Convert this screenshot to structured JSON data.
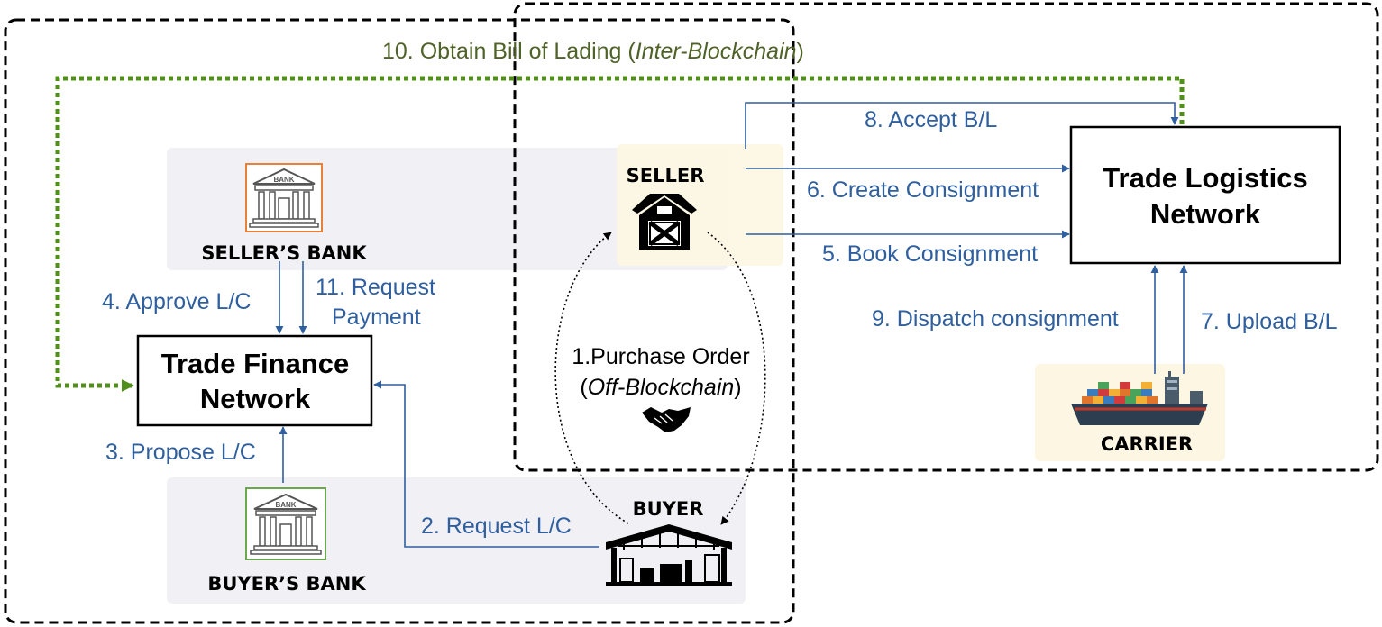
{
  "networks": {
    "finance": {
      "line1": "Trade Finance",
      "line2": "Network"
    },
    "logistics": {
      "line1": "Trade Logistics",
      "line2": "Network"
    }
  },
  "parties": {
    "seller": "SELLER",
    "buyer": "BUYER",
    "seller_bank": "SELLER’S BANK",
    "buyer_bank": "BUYER’S BANK",
    "carrier": "CARRIER"
  },
  "bank_sign": "BANK",
  "flows": {
    "po_line1": "1.Purchase Order",
    "po_line2_open": "(",
    "po_line2_em": "Off-Blockchain",
    "po_line2_close": ")",
    "request_lc": "2. Request L/C",
    "propose_lc": "3. Propose L/C",
    "approve_lc": "4. Approve L/C",
    "book": "5. Book Consignment",
    "create": "6. Create Consignment",
    "upload_bl": "7. Upload B/L",
    "accept_bl": "8. Accept B/L",
    "dispatch": "9. Dispatch consignment",
    "obtain_bl_prefix": "10. Obtain Bill of Lading (",
    "obtain_bl_em": "Inter-Blockchain",
    "obtain_bl_suffix": ")",
    "request_payment_line1": "11. Request",
    "request_payment_line2": "Payment"
  },
  "colors": {
    "flow_blue": "#2f5f9e",
    "inter_green": "#4f8f1a",
    "inter_text": "#4f6228",
    "seller_bank_orange": "#e8803a",
    "buyer_bank_green": "#6aa84f",
    "panel_gray": "#f1f0f5",
    "party_cream": "#fdf6e3"
  },
  "icons": [
    "bank-icon",
    "barn-icon",
    "handshake-icon",
    "warehouse-icon",
    "cargo-ship-icon"
  ]
}
